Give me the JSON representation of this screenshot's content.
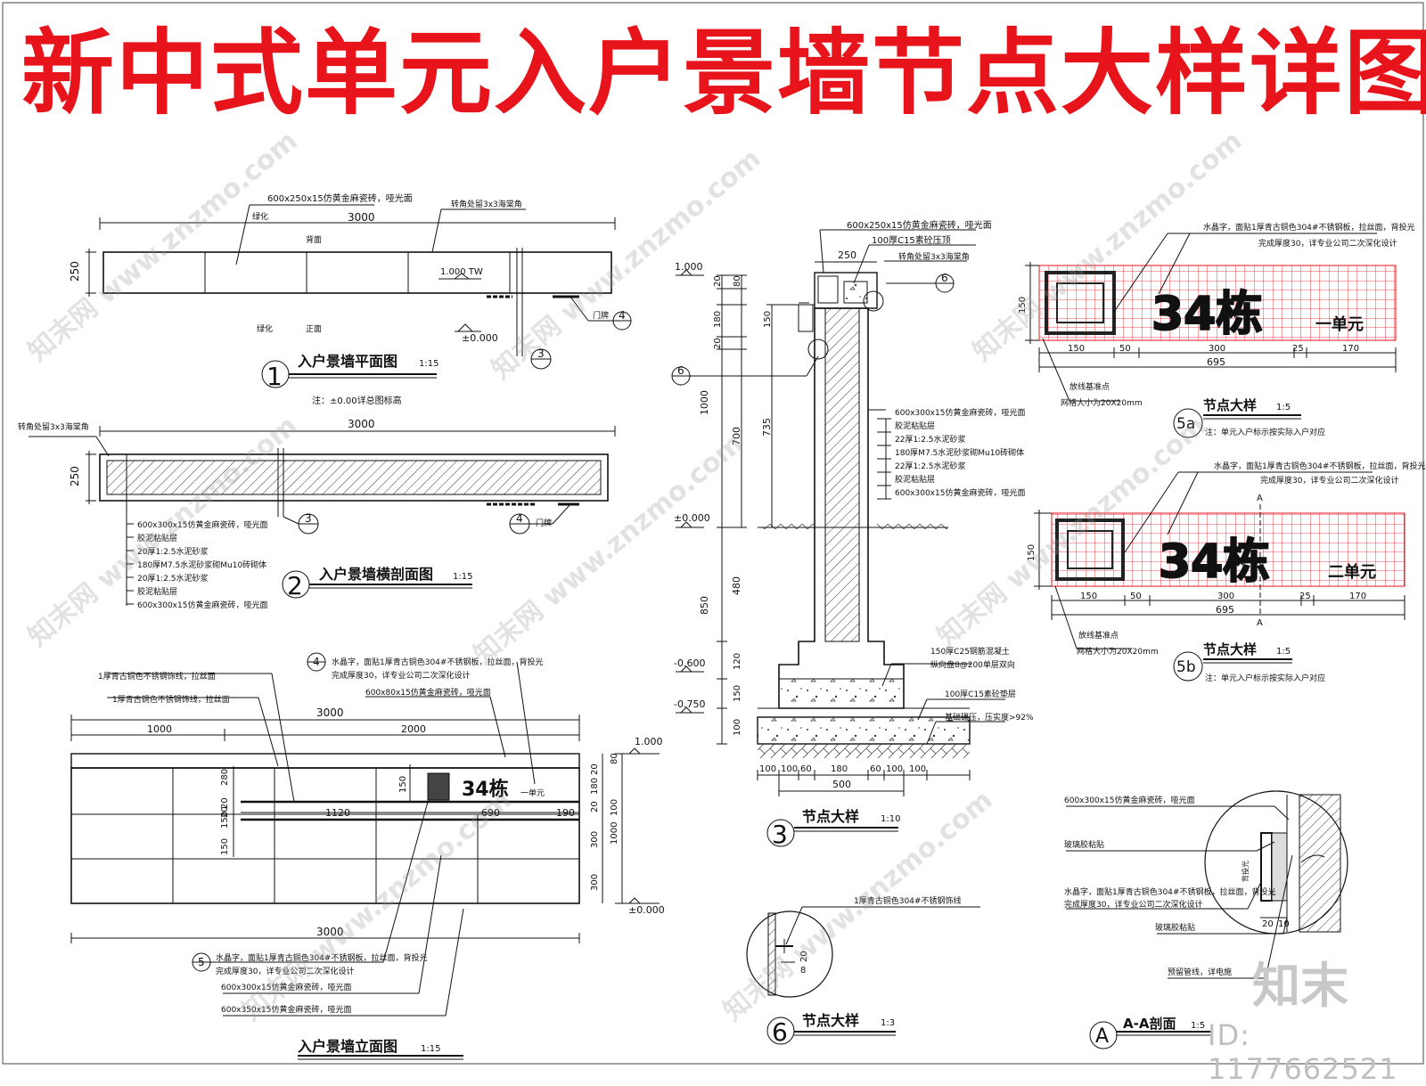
{
  "title": "新中式单元入户景墙节点大样详图",
  "watermark": "知末网 www.znzmo.com",
  "brand_logo": "知末",
  "product_id": "ID: 1177662521",
  "colors": {
    "title": "#e8141c",
    "grid": "#e8141c",
    "line": "#111111"
  },
  "drawing1": {
    "number": "1",
    "name": "入户景墙平面图",
    "scale": "1:15",
    "labels": {
      "tile": "600x250x15仿黄金麻瓷砖，哑光面",
      "chamfer": "转角处留3x3海棠角",
      "green_top": "绿化",
      "back": "背面",
      "width": "3000",
      "height": "250",
      "tw": "1.000 TW",
      "green_bottom": "绿化",
      "front": "正面",
      "zero": "±0.000",
      "door": "门牌",
      "ref4": "4",
      "ref3": "3"
    },
    "note": "注：±0.00详总图标高"
  },
  "drawing2": {
    "number": "2",
    "name": "入户景墙横剖面图",
    "scale": "1:15",
    "labels": {
      "chamfer": "转角处留3x3海棠角",
      "width": "3000",
      "height": "250",
      "ref3": "3",
      "ref4": "4",
      "door": "门牌"
    },
    "layers": [
      "600x300x15仿黄金麻瓷砖，哑光面",
      "胶泥粘贴层",
      "20厚1:2.5水泥砂浆",
      "180厚M7.5水泥砂浆砌Mu10砖砌体",
      "20厚1:2.5水泥砂浆",
      "胶泥粘贴层",
      "600x300x15仿黄金麻瓷砖，哑光面"
    ]
  },
  "drawing_elev": {
    "name": "入户景墙立面图",
    "scale": "1:15",
    "labels": {
      "trim1": "1厚青古铜色不锈钢饰线，拉丝面",
      "trim2": "1厚青古铜色不锈钢饰线，拉丝面",
      "ref4": "4",
      "crystal": "水晶字，面贴1厚青古铜色304#不锈钢板，拉丝面，背投光",
      "crystal2": "完成厚度30，详专业公司二次深化设计",
      "cap": "600x80x15仿黄金麻瓷砖，哑光面",
      "total": "3000",
      "left": "1000",
      "right": "2000",
      "d1120": "1120",
      "d690": "690",
      "d190": "190",
      "bottom": "3000",
      "lev1": "1.000",
      "lev0": "±0.000",
      "sign": "34栋",
      "unit": "一单元",
      "v1": "280",
      "v2": "20",
      "v3": "150",
      "v4": "20",
      "v5": "150",
      "v6": "80",
      "v7": "20",
      "v8": "180",
      "v9": "20",
      "v10": "300",
      "v11": "1000",
      "v12": "100",
      "v13": "300",
      "v14": "150",
      "ref5": "5",
      "crystal3": "水晶字，面贴1厚青古铜色304#不锈钢板，拉丝面，背投光",
      "crystal4": "完成厚度30，详专业公司二次深化设计",
      "tile1": "600x300x15仿黄金麻瓷砖，哑光面",
      "tile2": "600x350x15仿黄金麻瓷砖，哑光面"
    }
  },
  "drawing3": {
    "number": "3",
    "name": "节点大样",
    "scale": "1:10",
    "labels": {
      "tile": "600x250x15仿黄金麻瓷砖，哑光面",
      "c15": "100厚C15素砼压顶",
      "chamfer": "转角处留3x3海棠角",
      "w250": "250",
      "ref6": "6",
      "ref6b": "6",
      "lev1": "1.000",
      "lev0": "±0.000",
      "lev06": "-0.600",
      "lev075": "-0.750",
      "d20": "20",
      "d80": "80",
      "d180": "180",
      "d20b": "20",
      "d150": "150",
      "d1000": "1000",
      "d700": "700",
      "d735": "735",
      "d850": "850",
      "d480": "480",
      "d120": "120",
      "d150b": "150",
      "d100": "100",
      "c25": "150厚C25钢筋混凝土",
      "rebar": "纵向盘8@200单层双向",
      "c15b": "100厚C15素砼垫层",
      "soil": "基础碾压，压实度>92%",
      "b1": "100",
      "b2": "100",
      "b3": "60",
      "b4": "180",
      "b5": "60",
      "b6": "100",
      "b7": "100",
      "total": "500"
    },
    "layers": [
      "600x300x15仿黄金麻瓷砖，哑光面",
      "胶泥粘贴层",
      "22厚1:2.5水泥砂浆",
      "180厚M7.5水泥砂浆砌Mu10砖砌体",
      "22厚1:2.5水泥砂浆",
      "胶泥粘贴层",
      "600x300x15仿黄金麻瓷砖，哑光面"
    ]
  },
  "drawing5a": {
    "number": "5a",
    "name": "节点大样",
    "scale": "1:5",
    "labels": {
      "crystal": "水晶字，面贴1厚青古铜色304#不锈钢板，拉丝面，背投光",
      "crystal2": "完成厚度30，详专业公司二次深化设计",
      "sign": "34栋",
      "unit": "一单元",
      "h": "150",
      "d1": "150",
      "d2": "50",
      "d3": "300",
      "d4": "25",
      "d5": "170",
      "total": "695",
      "base": "放线基准点",
      "grid": "网格大小为20X20mm"
    },
    "note": "注：单元入户标示按实际入户对应"
  },
  "drawing5b": {
    "number": "5b",
    "name": "节点大样",
    "scale": "1:5",
    "labels": {
      "crystal": "水晶字，面贴1厚青古铜色304#不锈钢板，拉丝面，背投光",
      "crystal2": "完成厚度30，详专业公司二次深化设计",
      "sign": "34栋",
      "unit": "二单元",
      "h": "150",
      "d1": "150",
      "d2": "50",
      "d3": "300",
      "d4": "25",
      "d5": "170",
      "total": "695",
      "base": "放线基准点",
      "grid": "网格大小为20X20mm",
      "a_top": "A",
      "a_bot": "A"
    },
    "note": "注：单元入户标示按实际入户对应"
  },
  "drawing6": {
    "number": "6",
    "name": "节点大样",
    "scale": "1:3",
    "labels": {
      "trim": "1厚青古铜色304#不锈钢饰线",
      "d20": "20",
      "d8": "8"
    }
  },
  "drawingA": {
    "number": "A",
    "name": "A-A剖面",
    "scale": "1:5",
    "labels": {
      "tile": "600x300x15仿黄金麻瓷砖，哑光面",
      "glue1": "玻璃胶粘贴",
      "crystal": "水晶字，面贴1厚青古铜色304#不锈钢板，拉丝面，背投光",
      "crystal2": "完成厚度30，详专业公司二次深化设计",
      "glue2": "玻璃胶粘贴",
      "pipe": "预留管线，详电施",
      "d20": "20",
      "d10": "10",
      "light": "背投光"
    }
  }
}
